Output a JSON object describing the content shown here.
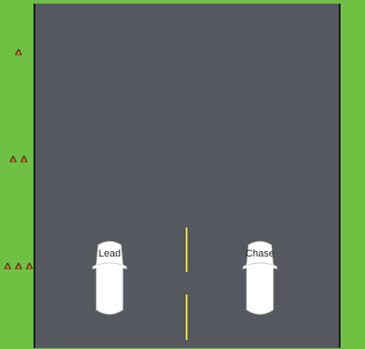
{
  "scene": {
    "colors": {
      "grass": "#6fc143",
      "road": "#55585f",
      "lane_line": "#e4e034",
      "car_body": "#ffffff",
      "cone_orange": "#e07a1f"
    }
  },
  "cars": [
    {
      "label": "Lead"
    },
    {
      "label": "Chase"
    }
  ],
  "cones": {
    "row1_count": 1,
    "row2_count": 2,
    "row3_count": 3
  }
}
